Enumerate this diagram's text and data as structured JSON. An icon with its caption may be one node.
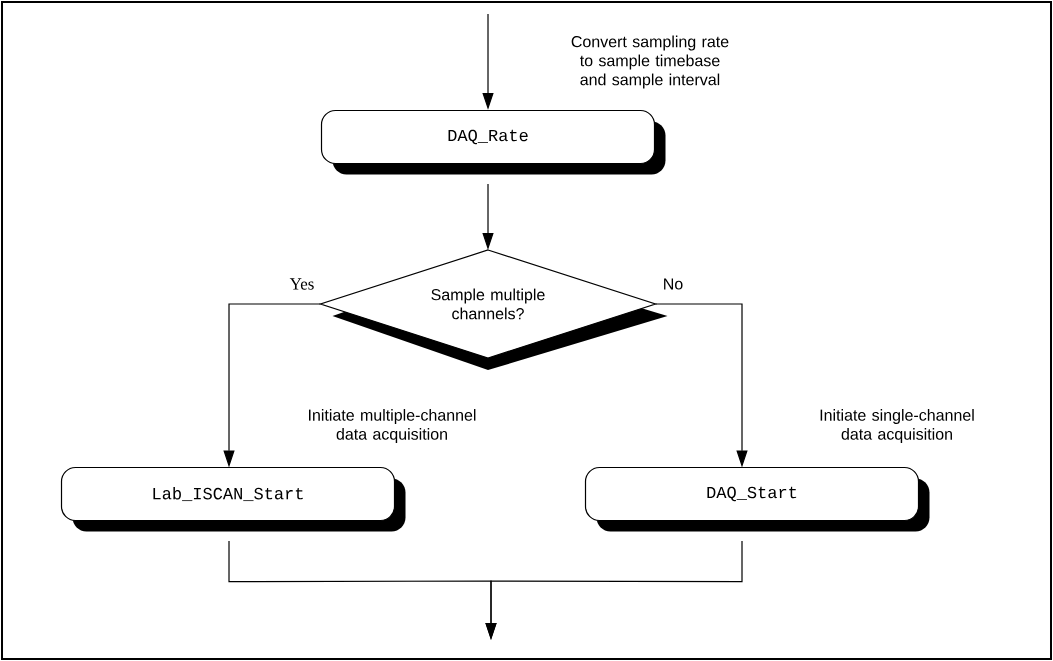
{
  "diagram": {
    "nodes": [
      {
        "text": [
          "DAQ_Rate"
        ],
        "beside": [
          "Convert sampling rate to sample timebase and sample interval"
        ]
      },
      {
        "text": [
          "Sample multiple channels?"
        ]
      },
      {
        "text": [
          "Lab_ISCAN_Start"
        ],
        "beside": [
          "Initiate multiple-channel data acquisition"
        ]
      },
      {
        "text": [
          "DAQ_Start"
        ],
        "beside": [
          "Initiate single-channel data acquisition"
        ]
      }
    ],
    "edges": [
      {
        "from": null,
        "to": 0,
        "arrow": "to"
      },
      {
        "from": 0,
        "to": 1,
        "arrow": "to"
      },
      {
        "from": 1,
        "to": 2,
        "arrow": "to",
        "label": "Yes"
      },
      {
        "from": 1,
        "to": 3,
        "arrow": "to",
        "label": "No"
      },
      {
        "from": 2,
        "to": null,
        "arrow": "to"
      },
      {
        "from": 3,
        "to": null,
        "arrow": "to"
      }
    ]
  }
}
